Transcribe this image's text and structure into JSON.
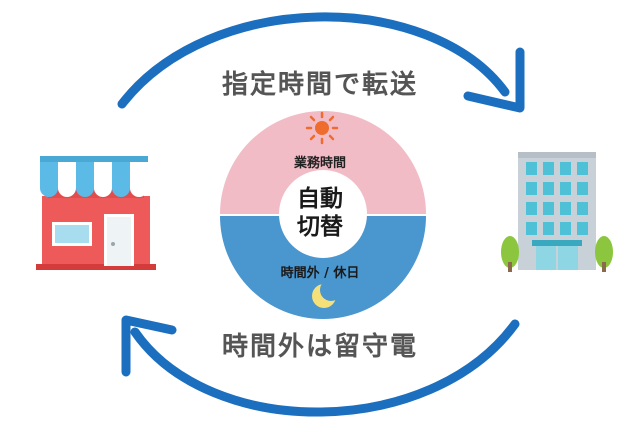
{
  "labels": {
    "forward_top": "指定時間で転送",
    "return_bottom": "時間外は留守電"
  },
  "disc": {
    "business_hours": "業務時間",
    "after_hours": "時間外 / 休日",
    "center_line1": "自動",
    "center_line2": "切替"
  },
  "colors": {
    "arrow": "#1c6fbf",
    "top_half": "#f2bcc7",
    "bottom_half": "#4a96cf",
    "awning_blue": "#5bbbe6",
    "shop_red": "#ee5a5a",
    "building_grey": "#c9d1d8",
    "window_teal": "#4fc1d6",
    "tree_green": "#8cc63f"
  },
  "icons": [
    "shop-icon",
    "office-building-icon",
    "sun-icon",
    "moon-icon",
    "top-arrow-icon",
    "bottom-arrow-icon"
  ]
}
